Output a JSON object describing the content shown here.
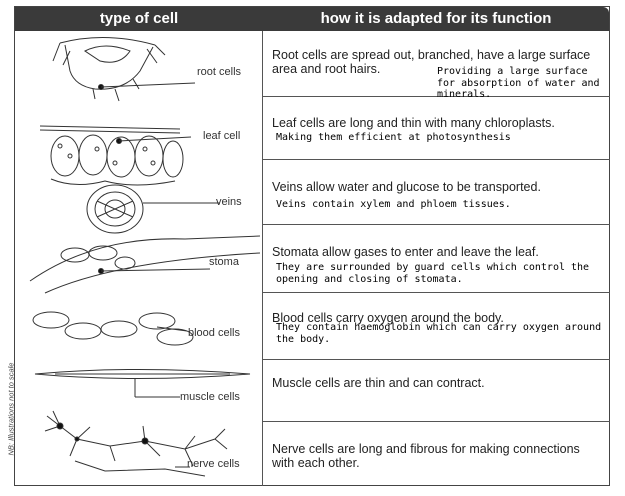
{
  "header": {
    "col1": "type of cell",
    "col2": "how it is adapted for its function"
  },
  "side_note": "NB: Illustrations not to scale",
  "rows": [
    {
      "label": "root cells",
      "desc": "Root cells are spread out, branched, have a large surface area and root hairs.",
      "note": "Providing a large surface for absorption of water and minerals."
    },
    {
      "label": "leaf cell",
      "desc": "Leaf cells are long and thin with many chloroplasts.",
      "note": "Making them efficient at photosynthesis"
    },
    {
      "label": "veins",
      "desc": "Veins allow water and glucose to be transported.",
      "note": "Veins contain xylem and phloem tissues."
    },
    {
      "label": "stoma",
      "desc": "Stomata allow gases to enter and leave the leaf.",
      "note": "They are surrounded by guard cells which control the opening and closing of stomata."
    },
    {
      "label": "blood cells",
      "desc": "Blood cells carry oxygen around the body.",
      "note": "They contain haemoglobin which can carry oxygen around the body."
    },
    {
      "label": "muscle cells",
      "desc": "Muscle cells are thin and can contract.",
      "note": ""
    },
    {
      "label": "nerve cells",
      "desc": "Nerve cells are long and fibrous for making connections with each other.",
      "note": ""
    }
  ]
}
